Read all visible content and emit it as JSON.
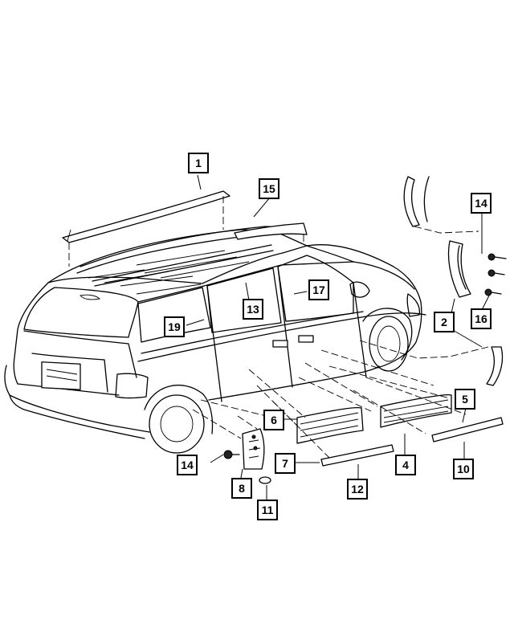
{
  "callouts": [
    {
      "id": "c1",
      "label": "1"
    },
    {
      "id": "c15",
      "label": "15"
    },
    {
      "id": "c14a",
      "label": "14"
    },
    {
      "id": "c17",
      "label": "17"
    },
    {
      "id": "c13",
      "label": "13"
    },
    {
      "id": "c19",
      "label": "19"
    },
    {
      "id": "c2",
      "label": "2"
    },
    {
      "id": "c16",
      "label": "16"
    },
    {
      "id": "c5",
      "label": "5"
    },
    {
      "id": "c6",
      "label": "6"
    },
    {
      "id": "c7",
      "label": "7"
    },
    {
      "id": "c4",
      "label": "4"
    },
    {
      "id": "c10",
      "label": "10"
    },
    {
      "id": "c12",
      "label": "12"
    },
    {
      "id": "c14b",
      "label": "14"
    },
    {
      "id": "c8",
      "label": "8"
    },
    {
      "id": "c11",
      "label": "11"
    }
  ]
}
